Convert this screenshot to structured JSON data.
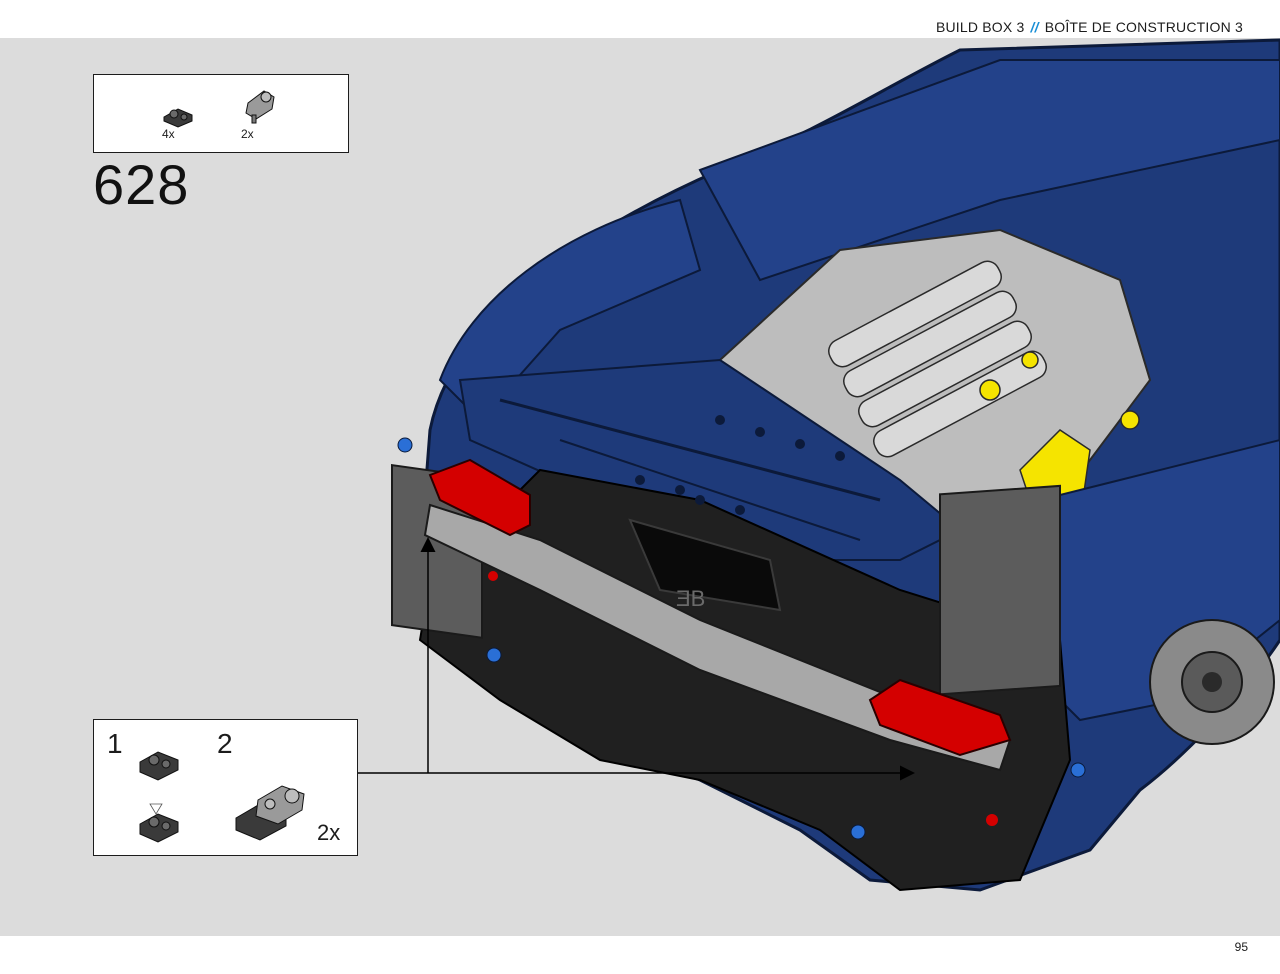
{
  "header": {
    "build_box_en": "BUILD BOX 3",
    "separator": "//",
    "build_box_fr": "BOÎTE DE CONSTRUCTION 3"
  },
  "parts_list": {
    "items": [
      {
        "icon": "connector-plate-icon",
        "quantity": "4x"
      },
      {
        "icon": "pin-connector-icon",
        "quantity": "2x"
      }
    ]
  },
  "step": {
    "number": "628"
  },
  "sub_assembly": {
    "steps": [
      "1",
      "2"
    ],
    "multiplier": "2x"
  },
  "model": {
    "logo_text": "ƎB",
    "body_color": "#1e3a7a",
    "accent_red": "#d40000",
    "accent_yellow": "#f5e400"
  },
  "footer": {
    "page_number": "95"
  }
}
